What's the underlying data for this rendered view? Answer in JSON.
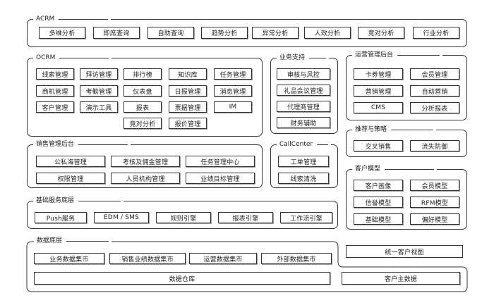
{
  "acrm": {
    "title": "ACRM",
    "items": [
      "多维分析",
      "即席查询",
      "自助查询",
      "趋势分析",
      "异常分析",
      "人效分析",
      "竞对分析",
      "行业分析"
    ]
  },
  "ocrm": {
    "title": "OCRM",
    "items": [
      "线索管理",
      "拜访管理",
      "排行榜",
      "知识库",
      "任务管理",
      "商机管理",
      "考勤管理",
      "仪表盘",
      "日报管理",
      "消息管理",
      "客户管理",
      "演示工具",
      "报表",
      "票据管理",
      "IM",
      "竞对分析",
      "报价管理"
    ]
  },
  "biz_support": {
    "title": "业务支持",
    "items": [
      "审核与风控",
      "礼品会议管理",
      "代理商管理",
      "财务辅助"
    ]
  },
  "ops_backend": {
    "title": "运营管理后台",
    "items": [
      "卡券管理",
      "会员管理",
      "营销管理",
      "自动营销",
      "CMS",
      "分析报表"
    ]
  },
  "recommend": {
    "title": "推荐与策略",
    "items": [
      "交叉销售",
      "流失防御"
    ]
  },
  "sales_backend": {
    "title": "销售管理后台",
    "items": [
      "公私海管理",
      "考核及佣金管理",
      "任务管理中心",
      "权限管理",
      "人员机构管理",
      "业绩目标管理"
    ]
  },
  "callcenter": {
    "title": "CallCenter",
    "items": [
      "工单管理",
      "线索清洗"
    ]
  },
  "customer_model": {
    "title": "客户模型",
    "items": [
      "客户画像",
      "会员模型",
      "信誉模型",
      "RFM模型",
      "基础模型",
      "偏好模型"
    ]
  },
  "base_services": {
    "title": "基础服务底层",
    "items": [
      "Push服务",
      "EDM / SMS",
      "规则引擎",
      "报表引擎",
      "工作流引擎"
    ]
  },
  "data_layer": {
    "title": "数据底层",
    "items": [
      "业务数据集市",
      "销售业绩数据集市",
      "运营数据集市",
      "外部数据集市"
    ],
    "warehouse": "数据仓库",
    "master": "客户主数据",
    "unified_view": "统一客户视图"
  }
}
